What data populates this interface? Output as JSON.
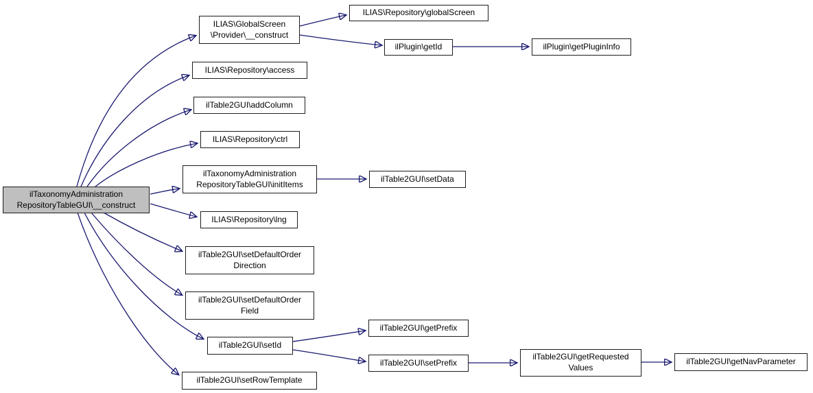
{
  "diagram": {
    "type": "call-graph",
    "colors": {
      "edge": "#191970",
      "node_fill": "#ffffff",
      "node_border": "#1c1c1c",
      "highlight_fill": "#bfbfbf",
      "text": "#000000"
    },
    "nodes": {
      "main": {
        "label": "ilTaxonomyAdministration\nRepositoryTableGUI\\__construct",
        "highlighted": true
      },
      "global_screen_provider_construct": {
        "label": "ILIAS\\GlobalScreen\n\\Provider\\__construct"
      },
      "repository_global_screen": {
        "label": "ILIAS\\Repository\\globalScreen"
      },
      "plugin_get_id": {
        "label": "ilPlugin\\getId"
      },
      "plugin_get_plugin_info": {
        "label": "ilPlugin\\getPluginInfo"
      },
      "repository_access": {
        "label": "ILIAS\\Repository\\access"
      },
      "add_column": {
        "label": "ilTable2GUI\\addColumn"
      },
      "repository_ctrl": {
        "label": "ILIAS\\Repository\\ctrl"
      },
      "init_items": {
        "label": "ilTaxonomyAdministration\nRepositoryTableGUI\\initItems"
      },
      "set_data": {
        "label": "ilTable2GUI\\setData"
      },
      "repository_lng": {
        "label": "ILIAS\\Repository\\lng"
      },
      "set_default_order_direction": {
        "label": "ilTable2GUI\\setDefaultOrder\nDirection"
      },
      "set_default_order_field": {
        "label": "ilTable2GUI\\setDefaultOrder\nField"
      },
      "set_id": {
        "label": "ilTable2GUI\\setId"
      },
      "get_prefix": {
        "label": "ilTable2GUI\\getPrefix"
      },
      "set_prefix": {
        "label": "ilTable2GUI\\setPrefix"
      },
      "set_row_template": {
        "label": "ilTable2GUI\\setRowTemplate"
      },
      "get_requested_values": {
        "label": "ilTable2GUI\\getRequested\nValues"
      },
      "get_nav_parameter": {
        "label": "ilTable2GUI\\getNavParameter"
      }
    },
    "edges": [
      {
        "from": "main",
        "to": "global_screen_provider_construct"
      },
      {
        "from": "main",
        "to": "repository_access"
      },
      {
        "from": "main",
        "to": "add_column"
      },
      {
        "from": "main",
        "to": "repository_ctrl"
      },
      {
        "from": "main",
        "to": "init_items"
      },
      {
        "from": "main",
        "to": "repository_lng"
      },
      {
        "from": "main",
        "to": "set_default_order_direction"
      },
      {
        "from": "main",
        "to": "set_default_order_field"
      },
      {
        "from": "main",
        "to": "set_id"
      },
      {
        "from": "main",
        "to": "set_row_template"
      },
      {
        "from": "global_screen_provider_construct",
        "to": "repository_global_screen"
      },
      {
        "from": "global_screen_provider_construct",
        "to": "plugin_get_id"
      },
      {
        "from": "plugin_get_id",
        "to": "plugin_get_plugin_info"
      },
      {
        "from": "init_items",
        "to": "set_data"
      },
      {
        "from": "set_id",
        "to": "get_prefix"
      },
      {
        "from": "set_id",
        "to": "set_prefix"
      },
      {
        "from": "set_prefix",
        "to": "get_requested_values"
      },
      {
        "from": "get_requested_values",
        "to": "get_nav_parameter"
      }
    ]
  }
}
